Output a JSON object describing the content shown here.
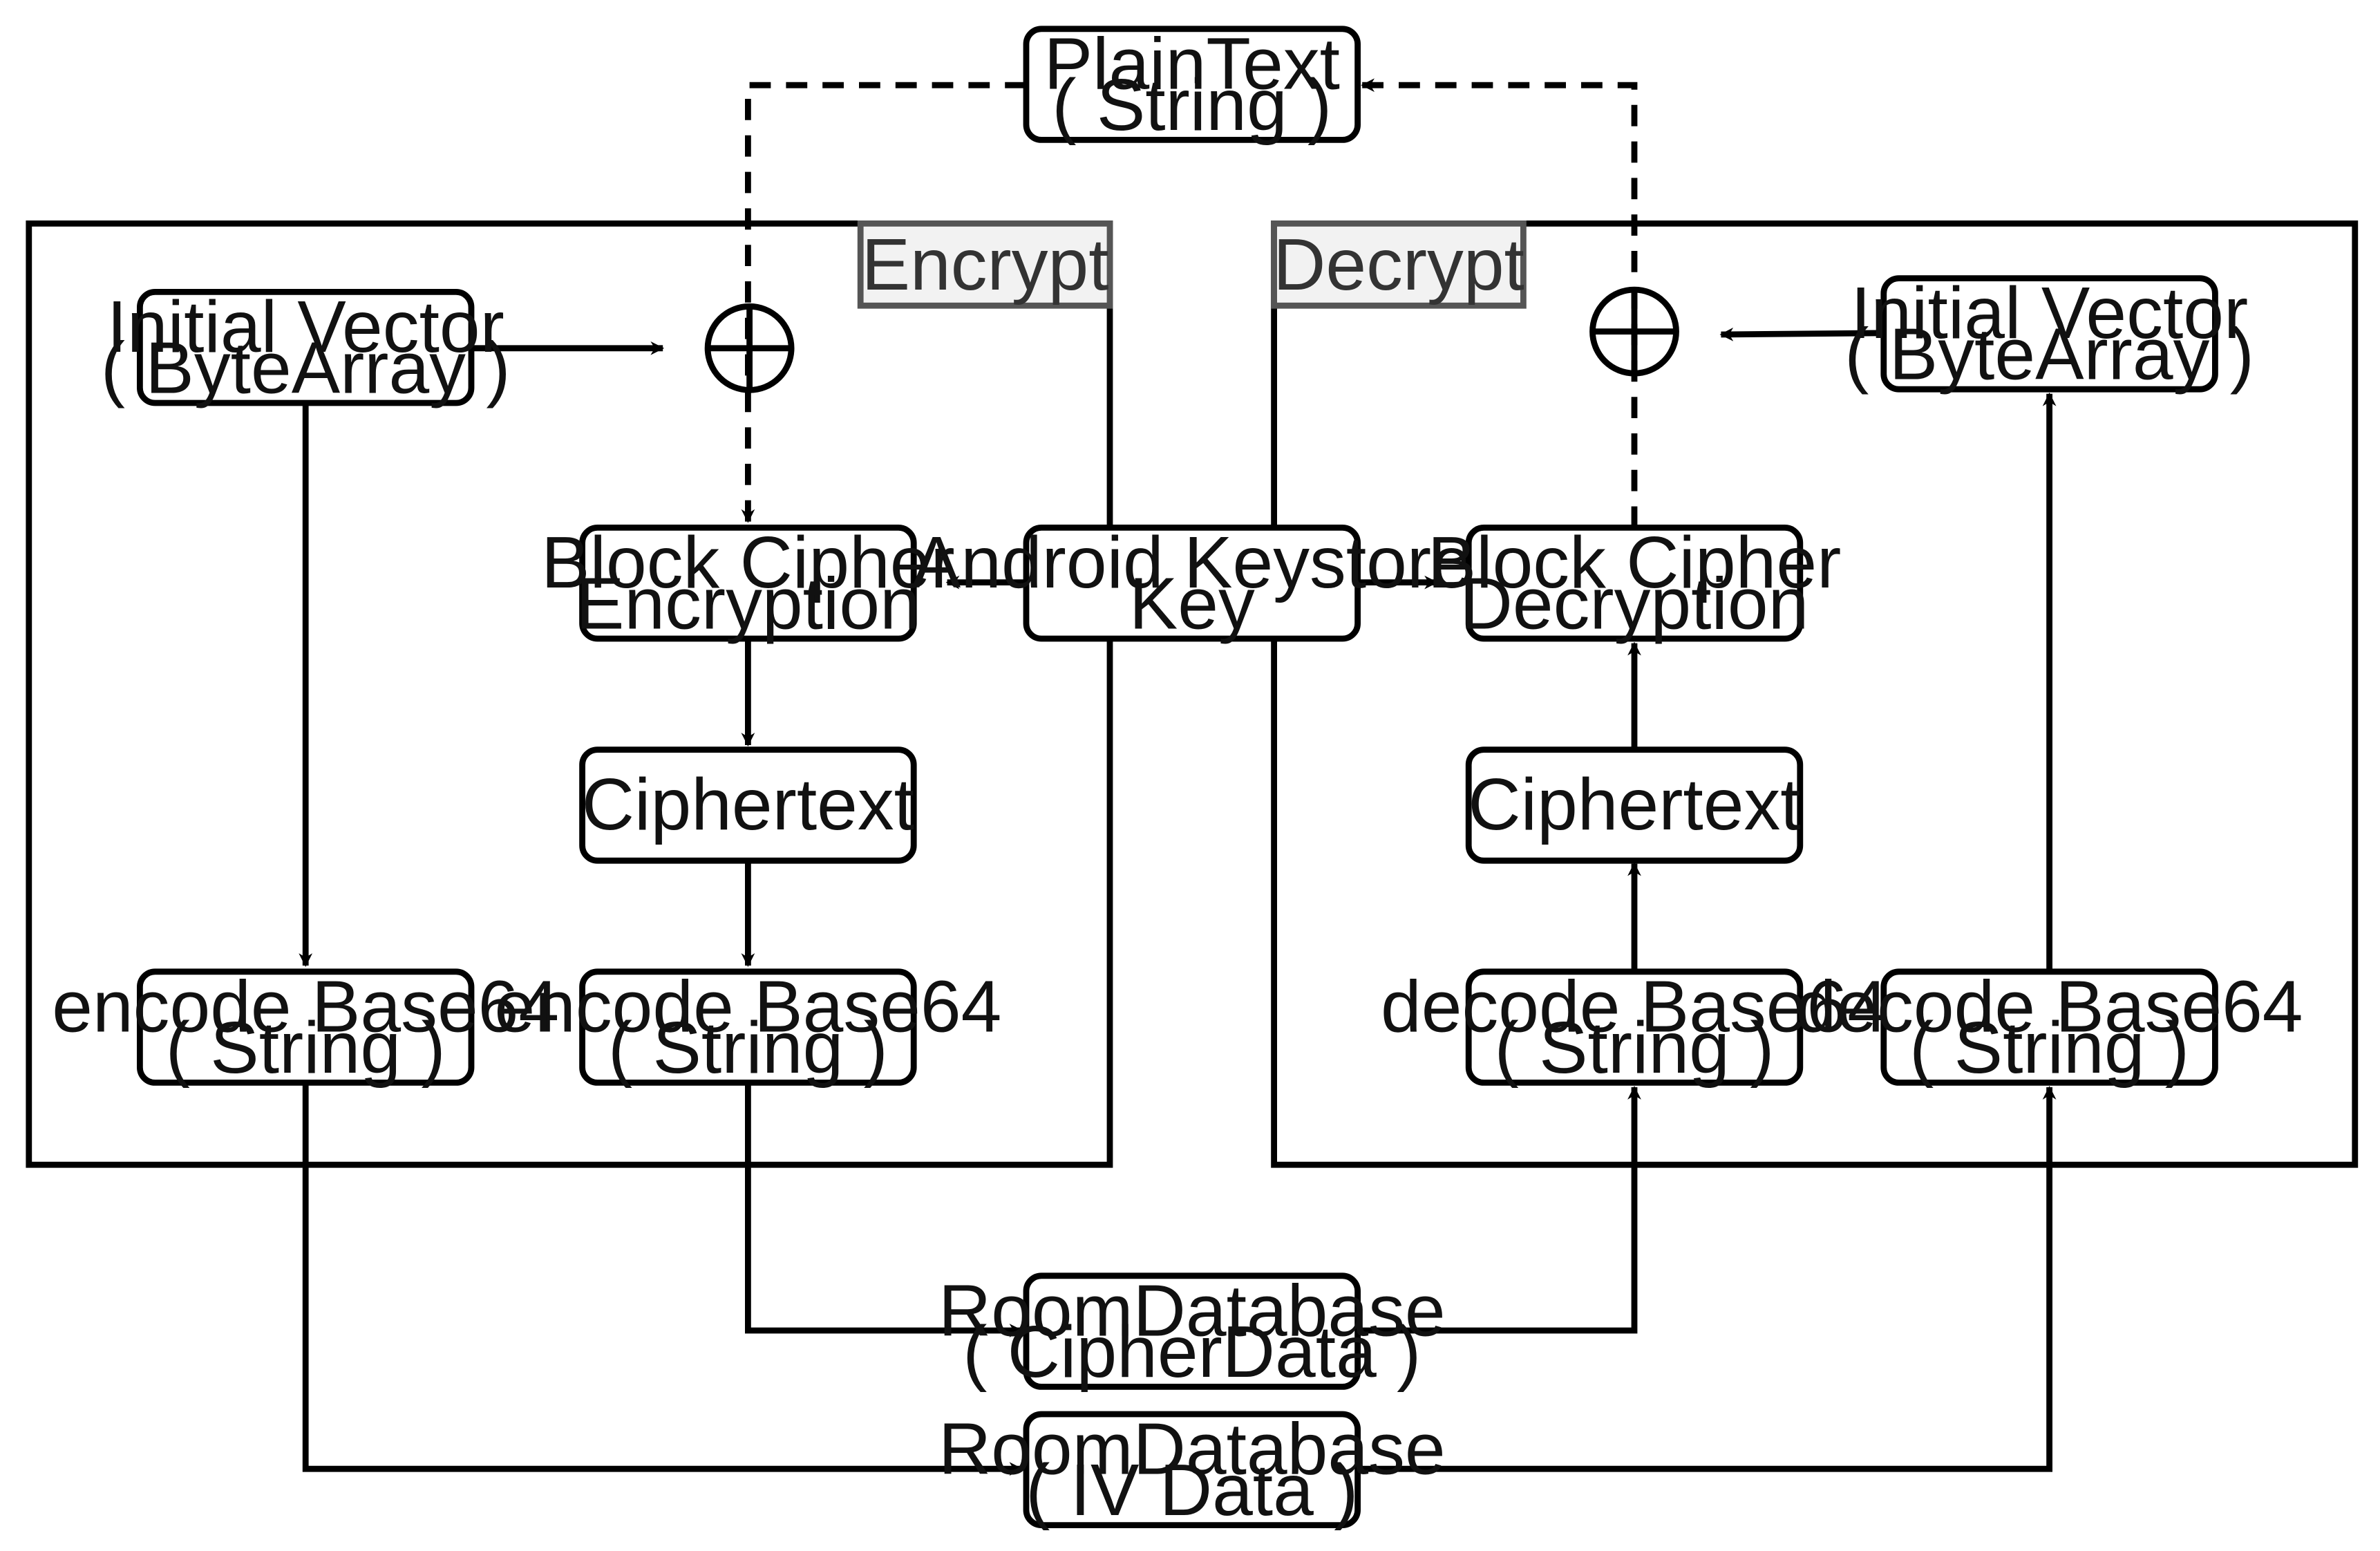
{
  "groups": {
    "encrypt": {
      "label": "Encrypt"
    },
    "decrypt": {
      "label": "Decrypt"
    }
  },
  "nodes": {
    "plaintext": {
      "line1": "PlainText",
      "line2": "( String )"
    },
    "iv_encrypt": {
      "line1": "Initial Vector",
      "line2": "( ByteArray )"
    },
    "iv_decrypt": {
      "line1": "Initial Vector",
      "line2": "( ByteArray )"
    },
    "block_encrypt": {
      "line1": "Block Cipher",
      "line2": "Encryption"
    },
    "keystore": {
      "line1": "Android Keystore",
      "line2": "Key"
    },
    "block_decrypt": {
      "line1": "Block Cipher",
      "line2": "Decryption"
    },
    "ciphertext_encrypt": {
      "line1": "Ciphertext"
    },
    "ciphertext_decrypt": {
      "line1": "Ciphertext"
    },
    "encode_iv": {
      "line1": "encode Base64",
      "line2": "( String )"
    },
    "encode_cipher": {
      "line1": "encode Base64",
      "line2": "( String )"
    },
    "decode_cipher": {
      "line1": "decode Base64",
      "line2": "( String )"
    },
    "decode_iv": {
      "line1": "decode Base64",
      "line2": "( String )"
    },
    "db_cipher": {
      "line1": "RoomDatabase",
      "line2": "( CipherData )"
    },
    "db_iv": {
      "line1": "RoomDatabase",
      "line2": "( IV Data )"
    }
  }
}
